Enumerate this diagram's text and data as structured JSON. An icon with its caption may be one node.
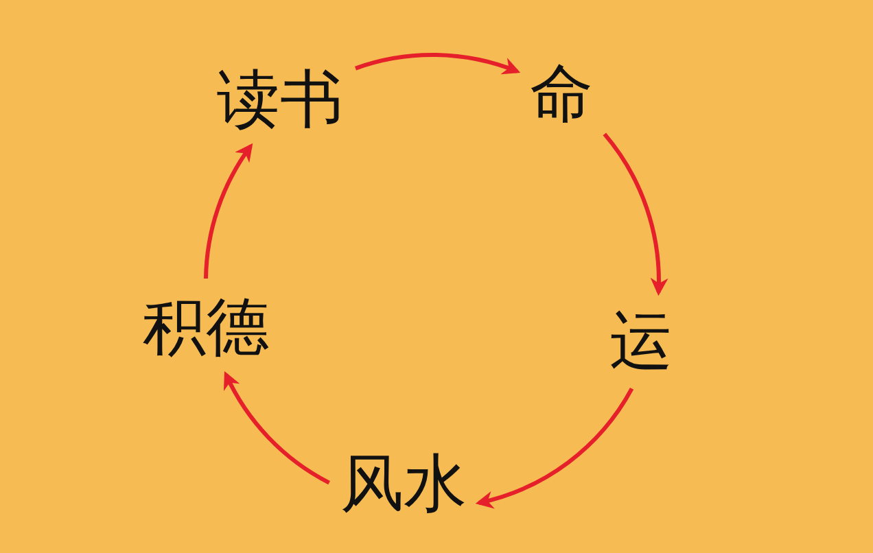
{
  "diagram": {
    "nodes": [
      {
        "text": [
          "读书"
        ]
      },
      {
        "text": [
          "命"
        ]
      },
      {
        "text": [
          "运"
        ]
      },
      {
        "text": [
          "风水"
        ]
      },
      {
        "text": [
          "积德"
        ]
      }
    ],
    "edges": [
      {
        "from": 0,
        "to": 1,
        "arrow": "to"
      },
      {
        "from": 1,
        "to": 2,
        "arrow": "to"
      },
      {
        "from": 2,
        "to": 3,
        "arrow": "to"
      },
      {
        "from": 3,
        "to": 4,
        "arrow": "to"
      },
      {
        "from": 4,
        "to": 0,
        "arrow": "to"
      }
    ]
  }
}
